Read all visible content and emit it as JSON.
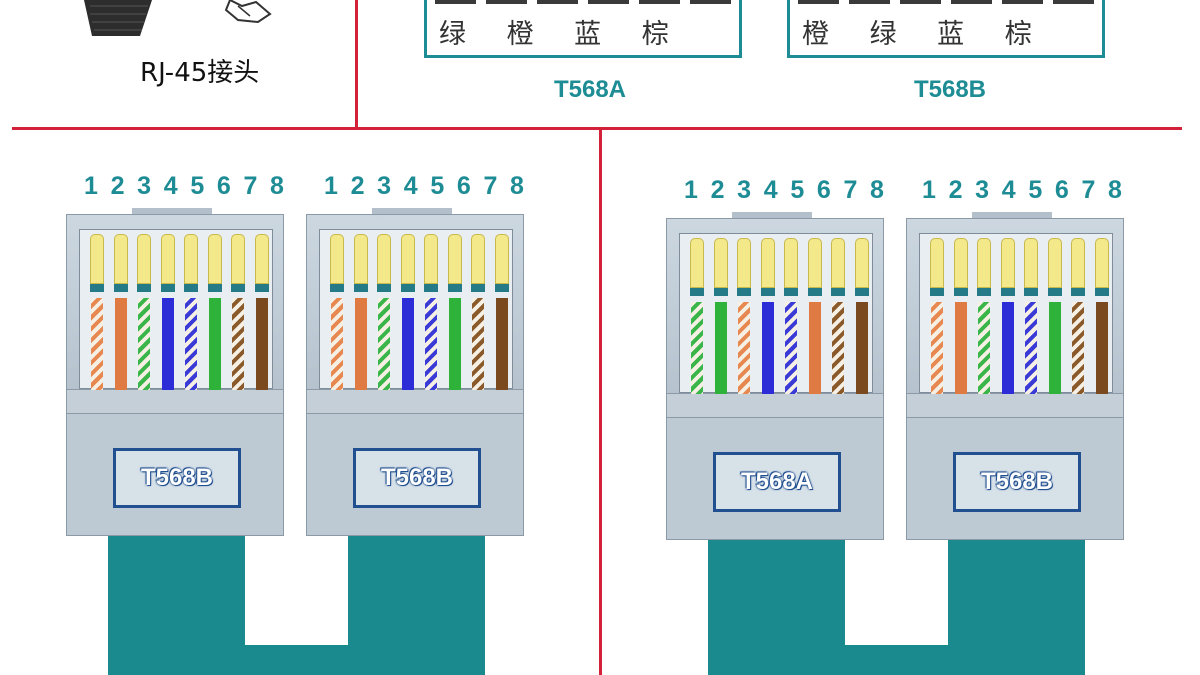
{
  "top_left": {
    "caption": "RJ-45接头"
  },
  "standards": [
    {
      "title": "T568A",
      "colors": "绿 橙 蓝 棕"
    },
    {
      "title": "T568B",
      "colors": "橙 绿 蓝 棕"
    }
  ],
  "pin_numbers": [
    "1",
    "2",
    "3",
    "4",
    "5",
    "6",
    "7",
    "8"
  ],
  "connectors": [
    {
      "label": "T568B",
      "wires": [
        {
          "stripe": "#e6884f",
          "base": "#f6efe4"
        },
        {
          "solid": "#e07a43"
        },
        {
          "stripe": "#3ab54a",
          "base": "#f6efe4"
        },
        {
          "solid": "#2c2dd6"
        },
        {
          "stripe": "#3a3ad6",
          "base": "#f6efe4"
        },
        {
          "solid": "#2fb23a"
        },
        {
          "stripe": "#8a5a2a",
          "base": "#f6efe4"
        },
        {
          "solid": "#7a4a1e"
        }
      ]
    },
    {
      "label": "T568B",
      "wires": [
        {
          "stripe": "#e6884f",
          "base": "#f6efe4"
        },
        {
          "solid": "#e07a43"
        },
        {
          "stripe": "#3ab54a",
          "base": "#f6efe4"
        },
        {
          "solid": "#2c2dd6"
        },
        {
          "stripe": "#3a3ad6",
          "base": "#f6efe4"
        },
        {
          "solid": "#2fb23a"
        },
        {
          "stripe": "#8a5a2a",
          "base": "#f6efe4"
        },
        {
          "solid": "#7a4a1e"
        }
      ]
    },
    {
      "label": "T568A",
      "wires": [
        {
          "stripe": "#3ab54a",
          "base": "#f6efe4"
        },
        {
          "solid": "#2fb23a"
        },
        {
          "stripe": "#e6884f",
          "base": "#f6efe4"
        },
        {
          "solid": "#2c2dd6"
        },
        {
          "stripe": "#3a3ad6",
          "base": "#f6efe4"
        },
        {
          "solid": "#e07a43"
        },
        {
          "stripe": "#8a5a2a",
          "base": "#f6efe4"
        },
        {
          "solid": "#7a4a1e"
        }
      ]
    },
    {
      "label": "T568B",
      "wires": [
        {
          "stripe": "#e6884f",
          "base": "#f6efe4"
        },
        {
          "solid": "#e07a43"
        },
        {
          "stripe": "#3ab54a",
          "base": "#f6efe4"
        },
        {
          "solid": "#2c2dd6"
        },
        {
          "stripe": "#3a3ad6",
          "base": "#f6efe4"
        },
        {
          "solid": "#2fb23a"
        },
        {
          "stripe": "#8a5a2a",
          "base": "#f6efe4"
        },
        {
          "solid": "#7a4a1e"
        }
      ]
    }
  ],
  "colors": {
    "divider": "#d3213a",
    "accent": "#1e8c95",
    "cable": "#1a8a8f"
  }
}
